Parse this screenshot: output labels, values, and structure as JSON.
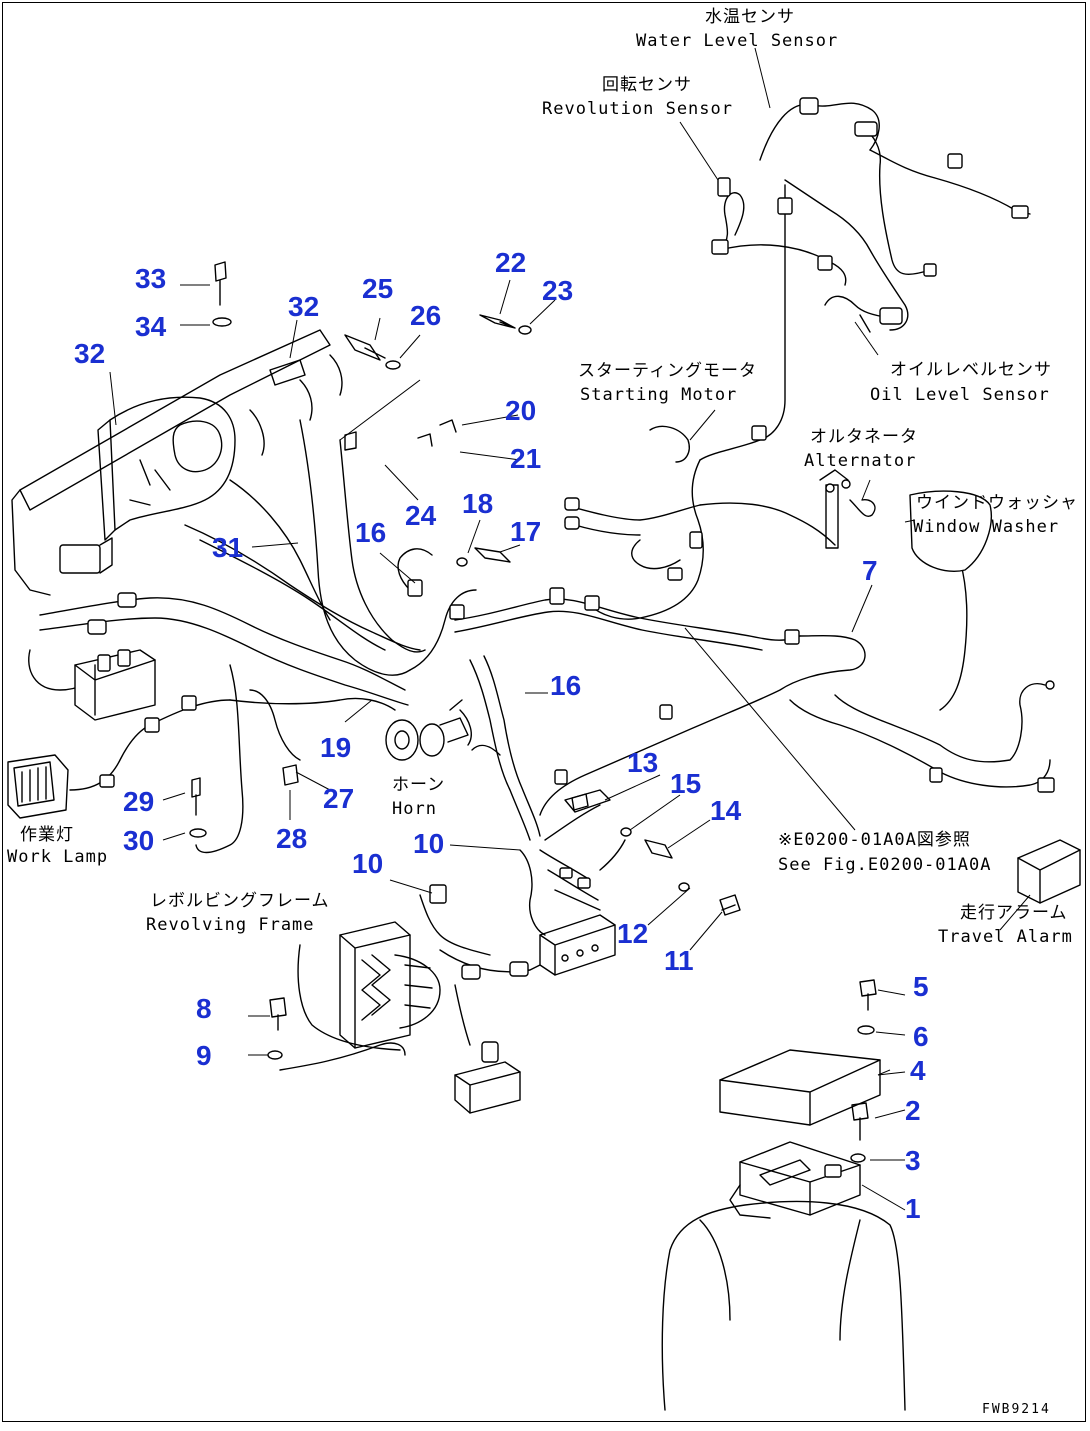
{
  "callouts": {
    "c1": "1",
    "c2": "2",
    "c3": "3",
    "c4": "4",
    "c5": "5",
    "c6": "6",
    "c7": "7",
    "c8": "8",
    "c9": "9",
    "c10a": "10",
    "c10b": "10",
    "c11": "11",
    "c12": "12",
    "c13": "13",
    "c14": "14",
    "c15": "15",
    "c16a": "16",
    "c16b": "16",
    "c17": "17",
    "c18": "18",
    "c19": "19",
    "c20": "20",
    "c21": "21",
    "c22": "22",
    "c23": "23",
    "c24": "24",
    "c25": "25",
    "c26": "26",
    "c27": "27",
    "c28": "28",
    "c29": "29",
    "c30": "30",
    "c31": "31",
    "c32a": "32",
    "c32b": "32",
    "c33": "33",
    "c34": "34"
  },
  "labels": {
    "water_level_jp": "水温センサ",
    "water_level_en": "Water Level Sensor",
    "revolution_jp": "回転センサ",
    "revolution_en": "Revolution Sensor",
    "starting_motor_jp": "スターティングモータ",
    "starting_motor_en": "Starting Motor",
    "oil_level_jp": "オイルレベルセンサ",
    "oil_level_en": "Oil Level Sensor",
    "alternator_jp": "オルタネータ",
    "alternator_en": "Alternator",
    "window_washer_jp": "ウインドウォッシャ",
    "window_washer_en": "Window Washer",
    "horn_jp": "ホーン",
    "horn_en": "Horn",
    "work_lamp_jp": "作業灯",
    "work_lamp_en": "Work Lamp",
    "revolving_frame_jp": "レボルビングフレーム",
    "revolving_frame_en": "Revolving Frame",
    "see_fig_jp": "※E0200-01A0A図参照",
    "see_fig_en": "See Fig.E0200-01A0A",
    "travel_alarm_jp": "走行アラーム",
    "travel_alarm_en": "Travel Alarm"
  },
  "figure_code": "FWB9214"
}
